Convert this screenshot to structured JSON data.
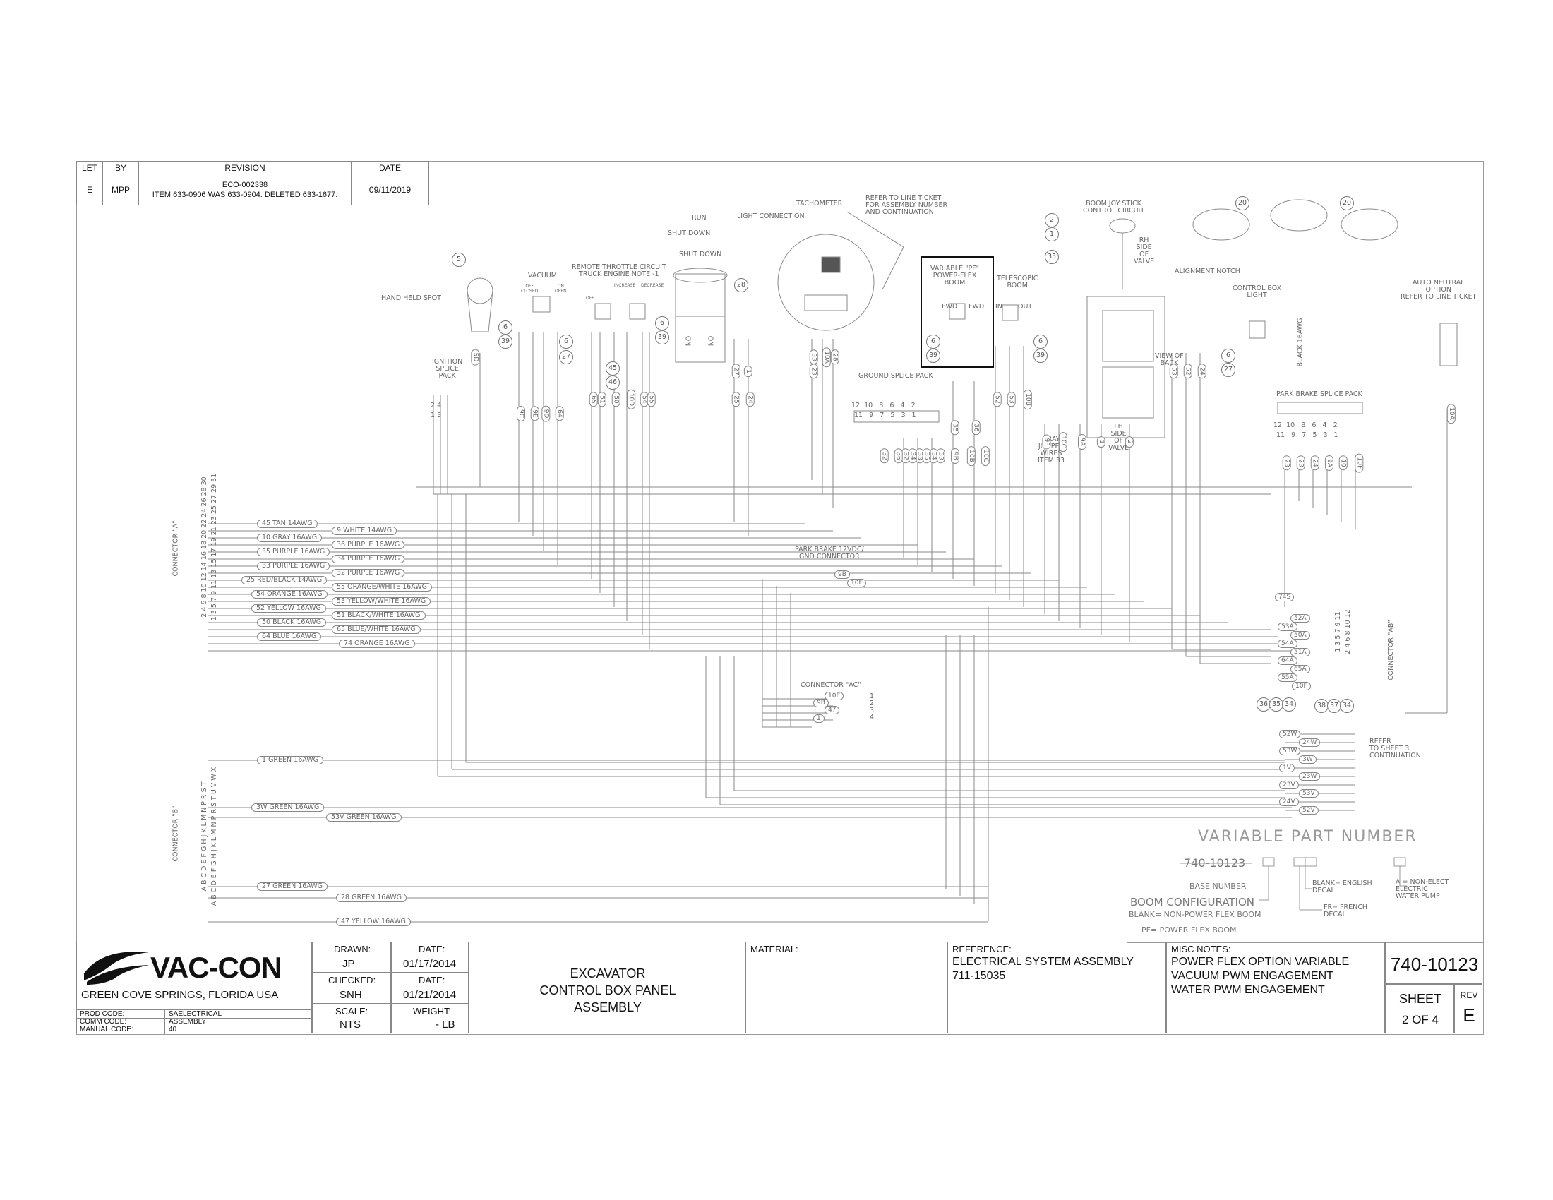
{
  "revision": {
    "headers": [
      "LET",
      "BY",
      "REVISION",
      "DATE"
    ],
    "row": {
      "let": "E",
      "by": "MPP",
      "revision_line1": "ECO-002338",
      "revision_line2": "ITEM 633-0906 WAS 633-0904. DELETED 633-1677.",
      "date": "09/11/2019"
    }
  },
  "components": {
    "hand_held_spot": "HAND HELD SPOT",
    "vacuum": "VACUUM",
    "vacuum_off": "OFF\nCLOSED",
    "vacuum_on": "ON\nOPEN",
    "remote_throttle": "REMOTE THROTTLE CIRCUIT\nTRUCK ENGINE NOTE -1",
    "throttle_off": "OFF",
    "throttle_increase": "INCREASE",
    "throttle_decrease": "DECREASE",
    "run": "RUN",
    "shut_down_arrow": "SHUT DOWN",
    "shut_down": "SHUT DOWN",
    "on1": "ON",
    "on2": "ON",
    "tachometer": "TACHOMETER",
    "light_connection": "LIGHT CONNECTION",
    "refer_line_ticket": "REFER TO LINE TICKET\nFOR ASSEMBLY NUMBER\nAND CONTINUATION",
    "variable_pf": "VARIABLE \"PF\"\nPOWER-FLEX\nBOOM",
    "fwd_left": "FWD",
    "fwd_right": "FWD",
    "telescopic": "TELESCOPIC\nBOOM",
    "tele_in": "IN",
    "tele_out": "OUT",
    "boom_joystick": "BOOM JOY STICK\nCONTROL CIRCUIT",
    "rh_side": "RH\nSIDE\nOF\nVALVE",
    "alignment_notch": "ALIGNMENT NOTCH",
    "view_of_back": "VIEW OF\nBACK",
    "lh_side": "LH\nSIDE\nOF\nVALVE",
    "gray_jumper": "GRAY\nJUMPER\nWIRES\nITEM 33",
    "control_box_light": "CONTROL BOX\nLIGHT",
    "auto_neutral": "AUTO NEUTRAL\nOPTION\nREFER TO LINE TICKET",
    "ignition_splice": "IGNITION\nSPLICE\nPACK",
    "ground_splice": "GROUND SPLICE PACK",
    "park_brake_splice": "PARK BRAKE SPLICE PACK",
    "park_brake_conn": "PARK BRAKE 12VDC/\nGND CONNECTOR",
    "connector_ac": "CONNECTOR \"AC\"",
    "connector_a": "CONNECTOR \"A\"",
    "connector_b": "CONNECTOR \"B\"",
    "connector_ab": "CONNECTOR \"AB\"",
    "refer_sheet3": "REFER\nTO SHEET 3\nCONTINUATION",
    "black_label": "BLACK 16AWG"
  },
  "splice_pins": {
    "ignition_top": "2   4",
    "ignition_bottom": "1   3",
    "ground_top": "12  10   8   6   4   2",
    "ground_bottom": "11   9   7   5   3   1",
    "park_top": "12  10   8   6   4   2",
    "park_bottom": "11   9   7   5   3   1",
    "conn_a_top": "2 4 6 8 10 12 14 16 18 20 22 24 26 28 30",
    "conn_a_bottom": "1 3 5 7 9 11 13 15 17 19 21 23 25 27 29 31",
    "conn_b_top": "A B C D E F G H J K L M N P R S T",
    "conn_b_bottom": "A B C D E F G H J K L M N P R S T U V W X",
    "conn_ab_top": "2 4 6 8 10 12",
    "conn_ab_bottom": "1 3 5 7 9 11",
    "ac_pins": [
      "1",
      "2",
      "3",
      "4"
    ]
  },
  "wires_a_left": [
    "45 TAN 14AWG",
    "10 GRAY 16AWG",
    "35 PURPLE 16AWG",
    "33 PURPLE 16AWG",
    "25 RED/BLACK 14AWG",
    "54 ORANGE 16AWG",
    "52 YELLOW 16AWG",
    "50 BLACK 16AWG",
    "64 BLUE 16AWG"
  ],
  "wires_a_right": [
    "9 WHITE 14AWG",
    "36 PURPLE 16AWG",
    "34 PURPLE 16AWG",
    "32 PURPLE 16AWG",
    "55 ORANGE/WHITE 16AWG",
    "53 YELLOW/WHITE 16AWG",
    "51 BLACK/WHITE 16AWG",
    "65 BLUE/WHITE 16AWG",
    "74 ORANGE 16AWG"
  ],
  "wires_b": [
    "1 GREEN 16AWG",
    "3W GREEN 16AWG",
    "53V GREEN 16AWG",
    "27 GREEN 16AWG",
    "28 GREEN 16AWG",
    "47 YELLOW 16AWG"
  ],
  "park_labels": [
    "9B",
    "10E"
  ],
  "ac_labels": [
    "10E",
    "9B",
    "47",
    "1"
  ],
  "ab_labels": [
    "74S",
    "52A",
    "53A",
    "50A",
    "54A",
    "51A",
    "64A",
    "65A",
    "55A",
    "10F"
  ],
  "sheet3_labels": [
    "52W",
    "24W",
    "53W",
    "3W",
    "1V",
    "23W",
    "23V",
    "53V",
    "24V",
    "52V"
  ],
  "vertical_wire_labels": [
    "5D",
    "9C",
    "9E",
    "9D",
    "64",
    "65",
    "51",
    "50",
    "10D",
    "54",
    "55",
    "25",
    "24",
    "33",
    "10A",
    "28",
    "27",
    "1",
    "23",
    "32",
    "33",
    "34",
    "35",
    "36",
    "52",
    "53",
    "10B",
    "9F",
    "10C",
    "9A",
    "1",
    "2",
    "53",
    "52",
    "24",
    "23",
    "23",
    "24",
    "9A",
    "10",
    "10F",
    "10A",
    "32",
    "36",
    "34",
    "35",
    "33",
    "9B",
    "10B",
    "10C"
  ],
  "callouts": [
    "5",
    "6",
    "39",
    "6",
    "27",
    "45",
    "46",
    "6",
    "39",
    "28",
    "6",
    "39",
    "6",
    "39",
    "2",
    "1",
    "33",
    "6",
    "27",
    "20",
    "20",
    "36",
    "35",
    "34",
    "38",
    "37",
    "34"
  ],
  "vpn": {
    "title": "VARIABLE PART NUMBER",
    "base": "740-10123",
    "base_label": "BASE NUMBER",
    "boom_config": "BOOM CONFIGURATION",
    "blank_nonpf": "BLANK=  NON-POWER FLEX BOOM",
    "pf": "PF=  POWER FLEX BOOM",
    "blank_english": "BLANK= ENGLISH\nDECAL",
    "fr_french": "FR= FRENCH\nDECAL",
    "a_nonelect": "A = NON-ELECT\nELECTRIC\nWATER PUMP"
  },
  "title_block": {
    "company": "VAC-CON",
    "company_location": "GREEN COVE SPRINGS, FLORIDA USA",
    "prod_code_label": "PROD CODE:",
    "prod_code": "SAELECTRICAL",
    "comm_code_label": "COMM CODE:",
    "comm_code": "ASSEMBLY",
    "manual_code_label": "MANUAL CODE:",
    "manual_code": "40",
    "drawn_label": "DRAWN:",
    "drawn": "JP",
    "date1_label": "DATE:",
    "date1": "01/17/2014",
    "checked_label": "CHECKED:",
    "checked": "SNH",
    "date2_label": "DATE:",
    "date2": "01/21/2014",
    "scale_label": "SCALE:",
    "scale": "NTS",
    "weight_label": "WEIGHT:",
    "weight": "- LB",
    "title": "EXCAVATOR\nCONTROL BOX PANEL\nASSEMBLY",
    "material_label": "MATERIAL:",
    "reference_label": "REFERENCE:",
    "reference": "ELECTRICAL SYSTEM ASSEMBLY\n711-15035",
    "misc_label": "MISC NOTES:",
    "misc": "POWER FLEX OPTION VARIABLE\nVACUUM PWM ENGAGEMENT\nWATER PWM ENGAGEMENT",
    "part_number": "740-10123",
    "sheet_label": "SHEET",
    "sheet": "2 OF 4",
    "rev_label": "REV",
    "rev": "E"
  }
}
